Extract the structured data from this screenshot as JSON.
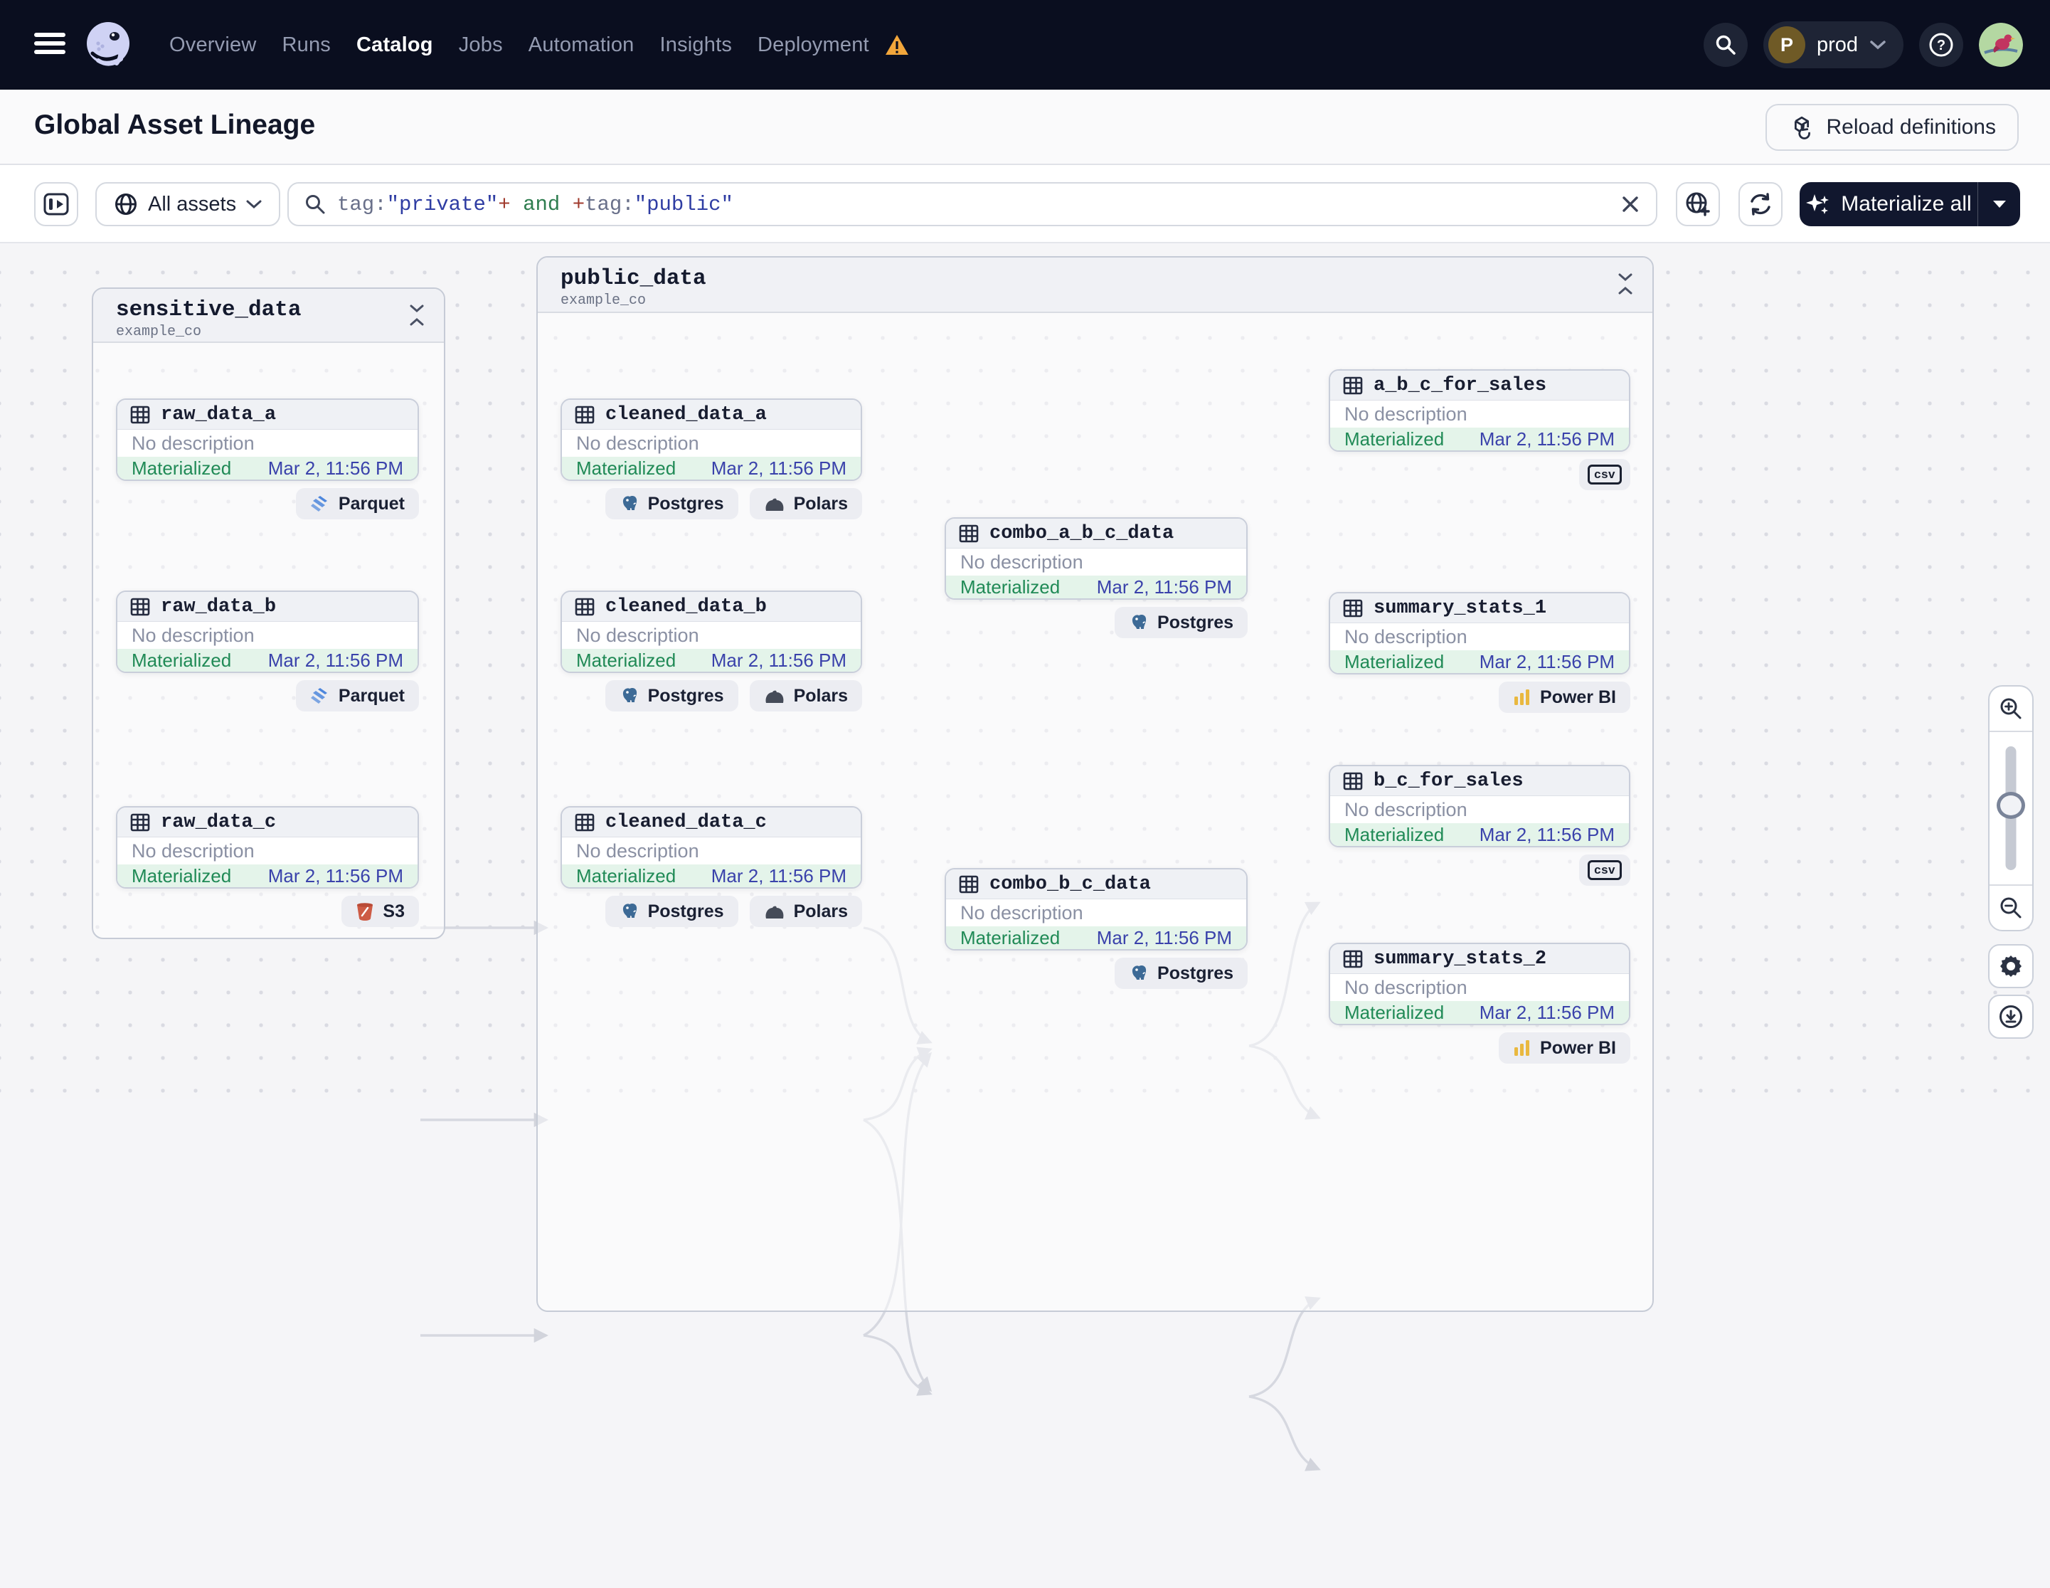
{
  "nav": {
    "items": [
      {
        "label": "Overview",
        "active": false
      },
      {
        "label": "Runs",
        "active": false
      },
      {
        "label": "Catalog",
        "active": true
      },
      {
        "label": "Jobs",
        "active": false
      },
      {
        "label": "Automation",
        "active": false
      },
      {
        "label": "Insights",
        "active": false
      },
      {
        "label": "Deployment",
        "active": false,
        "warning": true
      }
    ],
    "deployment": {
      "initial": "P",
      "name": "prod"
    }
  },
  "header": {
    "title": "Global Asset Lineage",
    "reload_label": "Reload definitions"
  },
  "toolbar": {
    "scope_label": "All assets",
    "materialize_label": "Materialize all",
    "search": {
      "tokens": [
        {
          "t": "tag:",
          "k": "field"
        },
        {
          "t": "\"private\"",
          "k": "str"
        },
        {
          "t": "+",
          "k": "op"
        },
        {
          "t": " and ",
          "k": "kw"
        },
        {
          "t": "+",
          "k": "op"
        },
        {
          "t": "tag:",
          "k": "field"
        },
        {
          "t": "\"public\"",
          "k": "str"
        }
      ]
    }
  },
  "graph": {
    "groups": [
      {
        "name": "sensitive_data",
        "repo": "example_co",
        "assets": [
          {
            "name": "raw_data_a",
            "description": "No description",
            "status": "Materialized",
            "timestamp": "Mar 2, 11:56 PM",
            "kinds": [
              "Parquet"
            ]
          },
          {
            "name": "raw_data_b",
            "description": "No description",
            "status": "Materialized",
            "timestamp": "Mar 2, 11:56 PM",
            "kinds": [
              "Parquet"
            ]
          },
          {
            "name": "raw_data_c",
            "description": "No description",
            "status": "Materialized",
            "timestamp": "Mar 2, 11:56 PM",
            "kinds": [
              "S3"
            ]
          }
        ]
      },
      {
        "name": "public_data",
        "repo": "example_co",
        "assets": [
          {
            "name": "cleaned_data_a",
            "description": "No description",
            "status": "Materialized",
            "timestamp": "Mar 2, 11:56 PM",
            "kinds": [
              "Postgres",
              "Polars"
            ]
          },
          {
            "name": "cleaned_data_b",
            "description": "No description",
            "status": "Materialized",
            "timestamp": "Mar 2, 11:56 PM",
            "kinds": [
              "Postgres",
              "Polars"
            ]
          },
          {
            "name": "cleaned_data_c",
            "description": "No description",
            "status": "Materialized",
            "timestamp": "Mar 2, 11:56 PM",
            "kinds": [
              "Postgres",
              "Polars"
            ]
          },
          {
            "name": "combo_a_b_c_data",
            "description": "No description",
            "status": "Materialized",
            "timestamp": "Mar 2, 11:56 PM",
            "kinds": [
              "Postgres"
            ]
          },
          {
            "name": "combo_b_c_data",
            "description": "No description",
            "status": "Materialized",
            "timestamp": "Mar 2, 11:56 PM",
            "kinds": [
              "Postgres"
            ]
          },
          {
            "name": "a_b_c_for_sales",
            "description": "No description",
            "status": "Materialized",
            "timestamp": "Mar 2, 11:56 PM",
            "kinds": [
              "csv"
            ]
          },
          {
            "name": "summary_stats_1",
            "description": "No description",
            "status": "Materialized",
            "timestamp": "Mar 2, 11:56 PM",
            "kinds": [
              "Power BI"
            ]
          },
          {
            "name": "b_c_for_sales",
            "description": "No description",
            "status": "Materialized",
            "timestamp": "Mar 2, 11:56 PM",
            "kinds": [
              "csv"
            ]
          },
          {
            "name": "summary_stats_2",
            "description": "No description",
            "status": "Materialized",
            "timestamp": "Mar 2, 11:56 PM",
            "kinds": [
              "Power BI"
            ]
          }
        ]
      }
    ],
    "edges": [
      {
        "from": "raw_data_a",
        "to": "cleaned_data_a"
      },
      {
        "from": "raw_data_b",
        "to": "cleaned_data_b"
      },
      {
        "from": "raw_data_c",
        "to": "cleaned_data_c"
      },
      {
        "from": "cleaned_data_a",
        "to": "combo_a_b_c_data"
      },
      {
        "from": "cleaned_data_b",
        "to": "combo_a_b_c_data"
      },
      {
        "from": "cleaned_data_c",
        "to": "combo_a_b_c_data"
      },
      {
        "from": "cleaned_data_b",
        "to": "combo_b_c_data"
      },
      {
        "from": "cleaned_data_c",
        "to": "combo_b_c_data"
      },
      {
        "from": "combo_a_b_c_data",
        "to": "a_b_c_for_sales"
      },
      {
        "from": "combo_a_b_c_data",
        "to": "summary_stats_1"
      },
      {
        "from": "combo_b_c_data",
        "to": "b_c_for_sales"
      },
      {
        "from": "combo_b_c_data",
        "to": "summary_stats_2"
      }
    ]
  },
  "kind_labels": {
    "parquet": "Parquet",
    "s3": "S3",
    "postgres": "Postgres",
    "polars": "Polars",
    "powerbi": "Power BI",
    "csv": "csv"
  },
  "colors": {
    "nav_bg": "#0A0E1F",
    "materialized_green": "#208A56",
    "timestamp_blue": "#3A42AB",
    "warning_orange": "#F2A63B",
    "edge": "#D6D8E0"
  }
}
